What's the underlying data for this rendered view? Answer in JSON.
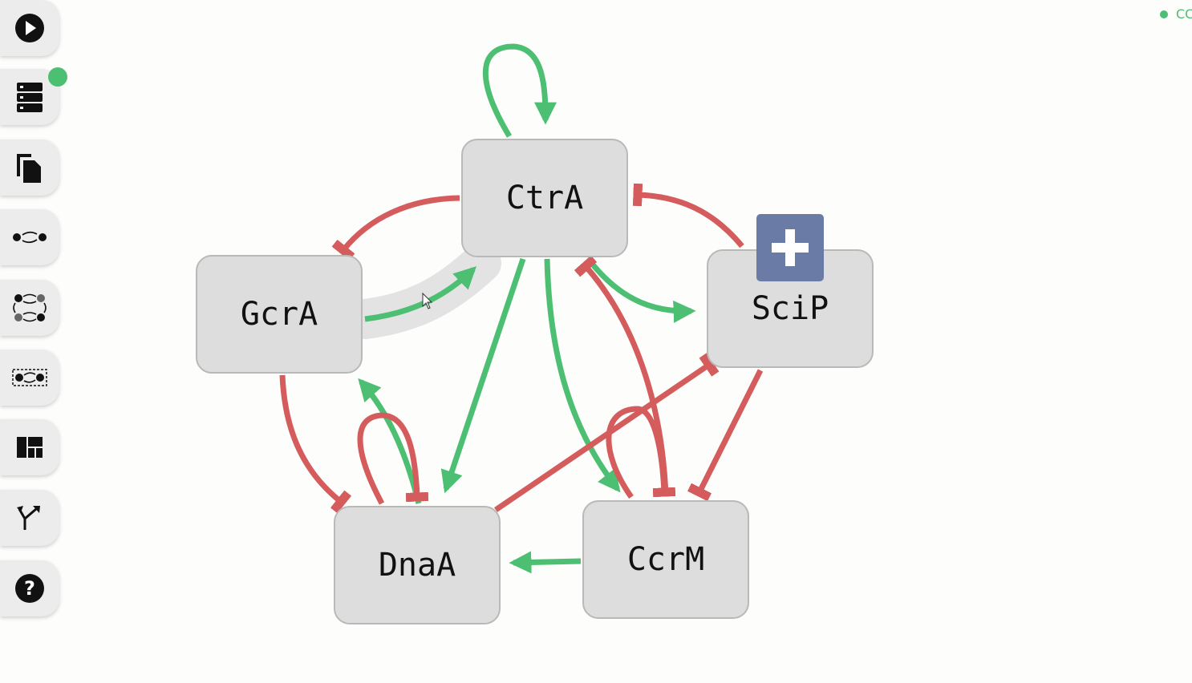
{
  "status": {
    "text": "CC",
    "color": "#4cbf73"
  },
  "sidebar": [
    {
      "name": "run-button",
      "icon": "play-icon"
    },
    {
      "name": "database-button",
      "icon": "server-icon"
    },
    {
      "name": "copy-button",
      "icon": "copy-icon"
    },
    {
      "name": "pair-motif-button",
      "icon": "two-node-cycle-icon"
    },
    {
      "name": "four-node-motif-button",
      "icon": "four-node-cycle-icon"
    },
    {
      "name": "selected-motif-button",
      "icon": "selection-cycle-icon"
    },
    {
      "name": "layout-button",
      "icon": "layout-icon"
    },
    {
      "name": "fork-button",
      "icon": "fork-icon"
    },
    {
      "name": "help-button",
      "icon": "help-icon"
    }
  ],
  "colors": {
    "activation": "#4cbf73",
    "inhibition": "#d45c5c",
    "node": "#dddddd",
    "add": "#6a7ca6"
  },
  "nodes": {
    "ctra": "CtrA",
    "gcra": "GcrA",
    "scip": "SciP",
    "dnaa": "DnaA",
    "ccrm": "CcrM"
  },
  "edges": [
    {
      "from": "CtrA",
      "to": "CtrA",
      "type": "activation"
    },
    {
      "from": "CtrA",
      "to": "GcrA",
      "type": "inhibition"
    },
    {
      "from": "GcrA",
      "to": "CtrA",
      "type": "activation",
      "highlighted": true
    },
    {
      "from": "CtrA",
      "to": "DnaA",
      "type": "activation"
    },
    {
      "from": "CtrA",
      "to": "CcrM",
      "type": "activation"
    },
    {
      "from": "CtrA",
      "to": "SciP",
      "type": "activation"
    },
    {
      "from": "SciP",
      "to": "CtrA",
      "type": "inhibition"
    },
    {
      "from": "CcrM",
      "to": "CtrA",
      "type": "inhibition"
    },
    {
      "from": "SciP",
      "to": "CcrM",
      "type": "inhibition"
    },
    {
      "from": "DnaA",
      "to": "SciP",
      "type": "inhibition"
    },
    {
      "from": "GcrA",
      "to": "DnaA",
      "type": "inhibition"
    },
    {
      "from": "DnaA",
      "to": "GcrA",
      "type": "activation"
    },
    {
      "from": "DnaA",
      "to": "DnaA",
      "type": "inhibition"
    },
    {
      "from": "CcrM",
      "to": "CcrM",
      "type": "inhibition"
    },
    {
      "from": "CcrM",
      "to": "DnaA",
      "type": "activation"
    }
  ]
}
